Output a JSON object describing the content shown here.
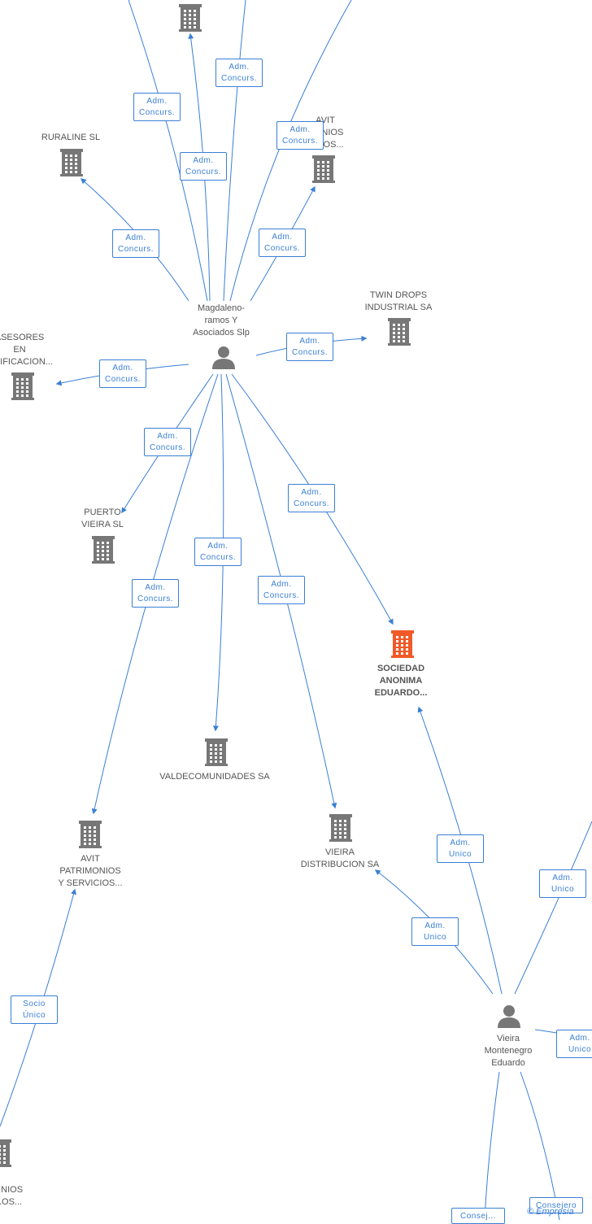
{
  "colors": {
    "edge": "#3a7fd5",
    "company_icon": "#777777",
    "main_company_icon": "#f05a28",
    "person_icon": "#777777",
    "text": "#555555"
  },
  "nodes": [
    {
      "id": "top_company",
      "type": "company",
      "lines": []
    },
    {
      "id": "ruraline",
      "type": "company",
      "lines": [
        "RURALINE SL"
      ]
    },
    {
      "id": "avit_top",
      "type": "company",
      "lines": [
        "AVIT",
        "...ONIOS",
        "...CIOS..."
      ]
    },
    {
      "id": "magdaleno",
      "type": "person",
      "lines": [
        "Magdaleno-",
        "ramos Y",
        "Asociados Slp"
      ]
    },
    {
      "id": "twin_drops",
      "type": "company",
      "lines": [
        "TWIN DROPS",
        "INDUSTRIAL SA"
      ]
    },
    {
      "id": "asesores",
      "type": "company",
      "lines": [
        "ASESORES",
        "EN",
        "...NIFICACION..."
      ]
    },
    {
      "id": "puerto_vieira",
      "type": "company",
      "lines": [
        "PUERTO",
        "VIEIRA SL"
      ]
    },
    {
      "id": "sociedad",
      "type": "main_company",
      "lines": [
        "SOCIEDAD",
        "ANONIMA",
        "EDUARDO..."
      ]
    },
    {
      "id": "valdecomunidades",
      "type": "company",
      "lines": [
        "VALDECOMUNIDADES SA"
      ]
    },
    {
      "id": "vieira_dist",
      "type": "company",
      "lines": [
        "VIEIRA",
        "DISTRIBUCION SA"
      ]
    },
    {
      "id": "avit_bottom",
      "type": "company",
      "lines": [
        "AVIT",
        "PATRIMONIOS",
        "Y SERVICIOS..."
      ]
    },
    {
      "id": "bottom_left_company",
      "type": "company",
      "lines": [
        "...NIOS",
        "...OS..."
      ]
    },
    {
      "id": "vieira_person",
      "type": "person",
      "lines": [
        "Vieira",
        "Montenegro",
        "Eduardo"
      ]
    }
  ],
  "edge_labels": [
    {
      "id": "e1",
      "lines": [
        "Adm.",
        "Concurs."
      ]
    },
    {
      "id": "e2",
      "lines": [
        "Adm.",
        "Concurs."
      ]
    },
    {
      "id": "e3",
      "lines": [
        "Adm.",
        "Concurs."
      ]
    },
    {
      "id": "e4",
      "lines": [
        "Adm.",
        "Concurs."
      ]
    },
    {
      "id": "e5",
      "lines": [
        "Adm.",
        "Concurs."
      ]
    },
    {
      "id": "e6",
      "lines": [
        "Adm.",
        "Concurs."
      ]
    },
    {
      "id": "e7",
      "lines": [
        "Adm.",
        "Concurs."
      ]
    },
    {
      "id": "e8",
      "lines": [
        "Adm.",
        "Concurs."
      ]
    },
    {
      "id": "e9",
      "lines": [
        "Adm.",
        "Concurs."
      ]
    },
    {
      "id": "e10",
      "lines": [
        "Adm.",
        "Concurs."
      ]
    },
    {
      "id": "e11",
      "lines": [
        "Adm.",
        "Concurs."
      ]
    },
    {
      "id": "e12",
      "lines": [
        "Adm.",
        "Concurs."
      ]
    },
    {
      "id": "e13",
      "lines": [
        "Adm.",
        "Concurs."
      ]
    },
    {
      "id": "e14",
      "lines": [
        "Adm.",
        "Unico"
      ]
    },
    {
      "id": "e15",
      "lines": [
        "Adm.",
        "Unico"
      ]
    },
    {
      "id": "e16",
      "lines": [
        "Adm.",
        "Unico"
      ]
    },
    {
      "id": "e17",
      "lines": [
        "Adm.",
        "Unico"
      ]
    },
    {
      "id": "e18",
      "lines": [
        "Socio",
        "Único"
      ]
    },
    {
      "id": "e19",
      "lines": [
        "Consejero"
      ]
    },
    {
      "id": "e20",
      "lines": [
        "Consej..."
      ]
    }
  ],
  "watermark": "© Empresia"
}
